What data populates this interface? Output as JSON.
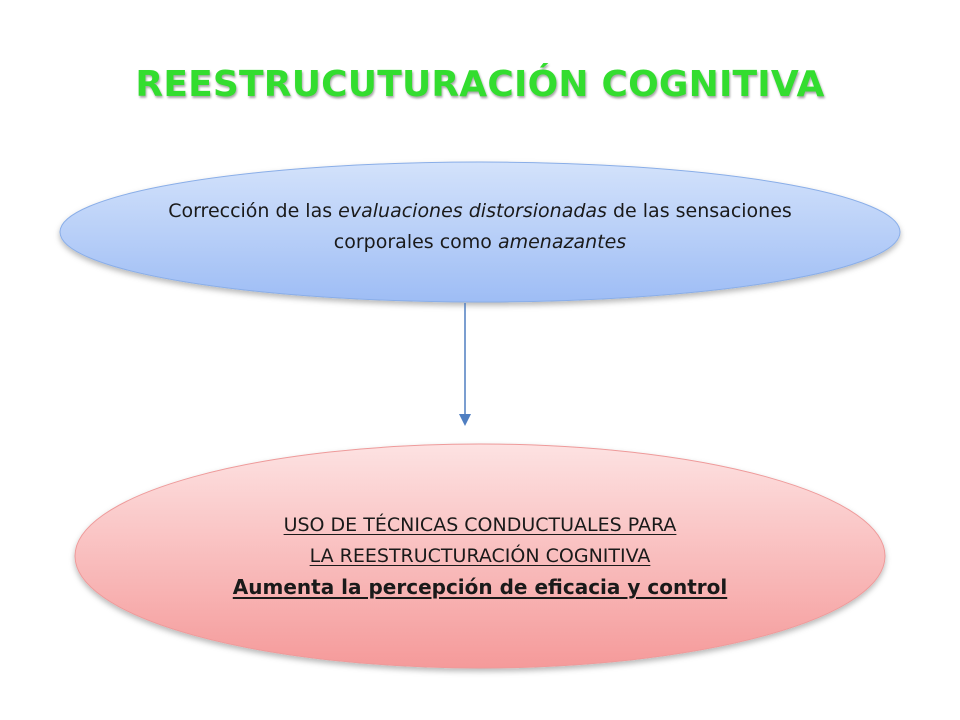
{
  "title": "REESTRUCUTURACIÓN COGNITIVA",
  "top_node": {
    "part1": "Corrección de las ",
    "part2_italic": "evaluaciones distorsionadas",
    "part3": " de las sensaciones corporales como ",
    "part4_italic": "amenazantes"
  },
  "bottom_node": {
    "line1": "USO DE TÉCNICAS CONDUCTUALES PARA",
    "line2": "LA REESTRUCTURACIÓN COGNITIVA",
    "line3": "Aumenta la percepción de eficacia y control"
  },
  "colors": {
    "title": "#33dd2f",
    "top_fill_light": "#d3e2fb",
    "top_fill_dark": "#9ebdf5",
    "bottom_fill_light": "#fde2e2",
    "bottom_fill_dark": "#f59a9a",
    "connector": "#4f7ec1"
  }
}
